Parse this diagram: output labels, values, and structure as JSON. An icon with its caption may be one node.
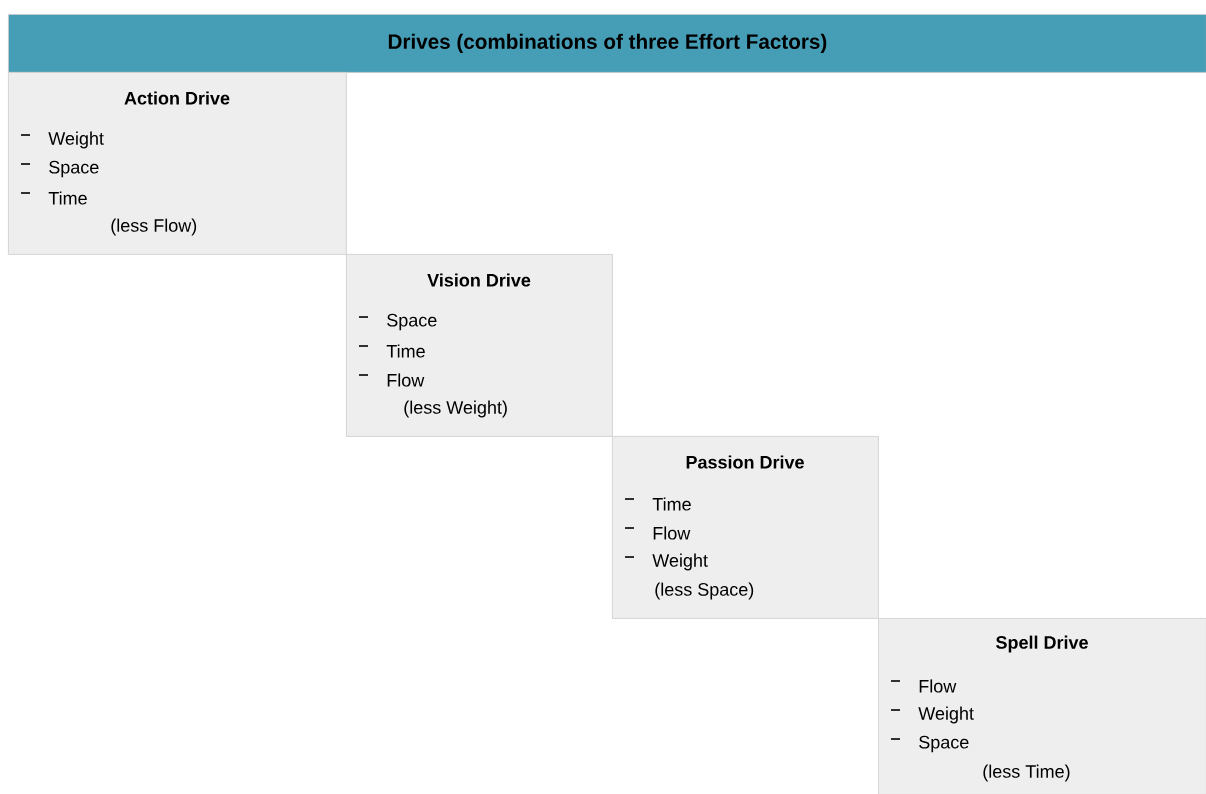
{
  "diagram": {
    "title": "Drives (combinations of three Effort Factors)",
    "nodes": [
      {
        "text": [
          "Action Drive",
          "Weight",
          "Space",
          "Time",
          "(less Flow)"
        ]
      },
      {
        "text": [
          "Vision Drive",
          "Space",
          "Time",
          "Flow",
          "(less Weight)"
        ]
      },
      {
        "text": [
          "Passion Drive",
          "Time",
          "Flow",
          "Weight",
          "(less Space)"
        ]
      },
      {
        "text": [
          "Spell Drive",
          "Flow",
          "Weight",
          "Space",
          "(less Time)"
        ]
      }
    ]
  }
}
